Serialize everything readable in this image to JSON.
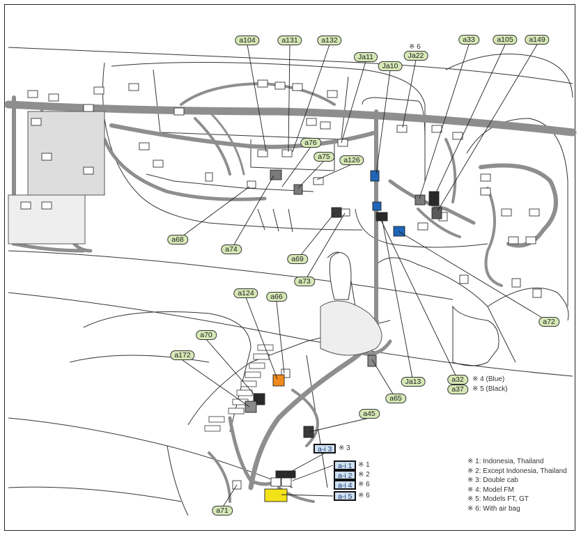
{
  "diagram": {
    "title": "Instrument panel harness connector locations",
    "top_labels": [
      {
        "id": "a104"
      },
      {
        "id": "a131"
      },
      {
        "id": "a132"
      },
      {
        "id": "Ja11"
      },
      {
        "id": "Ja10"
      },
      {
        "id": "Ja22",
        "note": "※ 6"
      },
      {
        "id": "a33"
      },
      {
        "id": "a105"
      },
      {
        "id": "a149"
      }
    ],
    "mid_labels": [
      {
        "id": "a76"
      },
      {
        "id": "a75"
      },
      {
        "id": "a126"
      },
      {
        "id": "a68"
      },
      {
        "id": "a74"
      },
      {
        "id": "a69"
      },
      {
        "id": "a73"
      },
      {
        "id": "a72"
      }
    ],
    "lower_labels": [
      {
        "id": "a124"
      },
      {
        "id": "a66"
      },
      {
        "id": "a70"
      },
      {
        "id": "a172"
      },
      {
        "id": "Ja13"
      },
      {
        "id": "a65"
      },
      {
        "id": "a45"
      },
      {
        "id": "a71"
      }
    ],
    "variant_labels": [
      {
        "id": "a32",
        "note": "※ 4 (Blue)"
      },
      {
        "id": "a37",
        "note": "※ 5 (Black)"
      }
    ],
    "boxed_labels": [
      {
        "id": "a-i 3",
        "note": "※ 3"
      },
      {
        "id": "a-i 1",
        "note": "※ 1"
      },
      {
        "id": "a-i 2",
        "note": "※ 2"
      },
      {
        "id": "a-i 4",
        "note": "※ 6"
      },
      {
        "id": "a-i 5",
        "note": "※ 6"
      }
    ],
    "legend": [
      "※ 1: Indonesia, Thailand",
      "※ 2: Except Indonesia, Thailand",
      "※ 3: Double cab",
      "※ 4: Model FM",
      "※ 5: Models FT, GT",
      "※ 6: With air bag"
    ],
    "colors": {
      "label_fill": "#d6e8b6",
      "box_label_fill": "#cfe0f2",
      "harness": "#8e8e8e",
      "connector_blue": "#1f66b8",
      "connector_orange": "#f08a1c",
      "connector_yellow": "#f2e21a",
      "connector_black": "#2a2a2a",
      "connector_gray": "#8a8a8a"
    }
  }
}
